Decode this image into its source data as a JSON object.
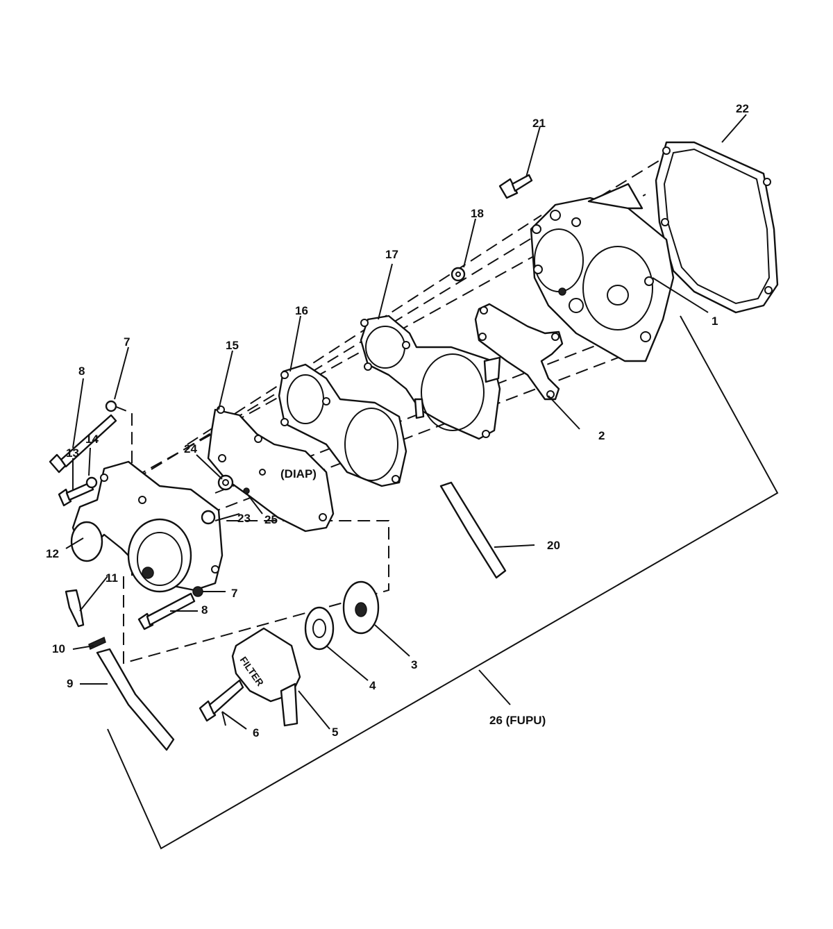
{
  "figure": {
    "callouts": [
      "1",
      "2",
      "3",
      "4",
      "5",
      "6",
      "7",
      "7",
      "8",
      "8",
      "9",
      "10",
      "11",
      "12",
      "13",
      "14",
      "15",
      "16",
      "17",
      "18",
      "20",
      "21",
      "22",
      "23",
      "24",
      "25",
      "26 (FUPU)"
    ],
    "diap_label": "(DIAP)",
    "filter_stamp": "FILTER"
  }
}
